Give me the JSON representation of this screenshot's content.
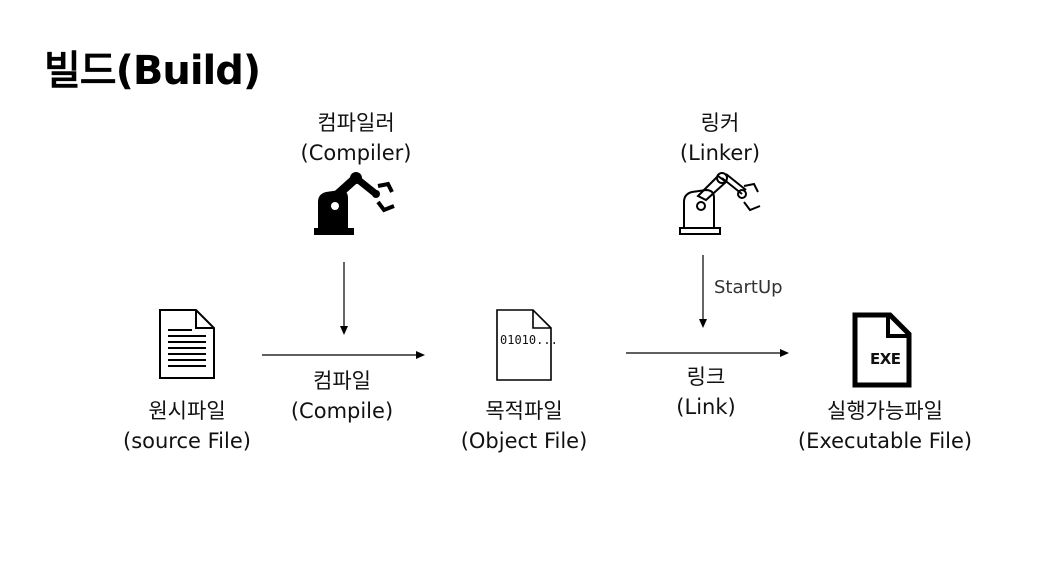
{
  "title": "빌드(Build)",
  "tools": {
    "compiler": {
      "name": "컴파일러",
      "name_en": "(Compiler)",
      "icon": "robot-arm-icon"
    },
    "linker": {
      "name": "링커",
      "name_en": "(Linker)",
      "icon": "robot-arm-icon"
    }
  },
  "files": {
    "source": {
      "name": "원시파일",
      "name_en": "(source File)",
      "icon": "text-document-icon"
    },
    "object": {
      "name": "목적파일",
      "name_en": "(Object File)",
      "icon": "binary-document-icon",
      "icon_text": "01010..."
    },
    "executable": {
      "name": "실행가능파일",
      "name_en": "(Executable File)",
      "icon": "exe-document-icon",
      "icon_text": "EXE"
    }
  },
  "steps": {
    "compile": {
      "name": "컴파일",
      "name_en": "(Compile)"
    },
    "link": {
      "name": "링크",
      "name_en": "(Link)"
    },
    "startup": "StartUp"
  }
}
